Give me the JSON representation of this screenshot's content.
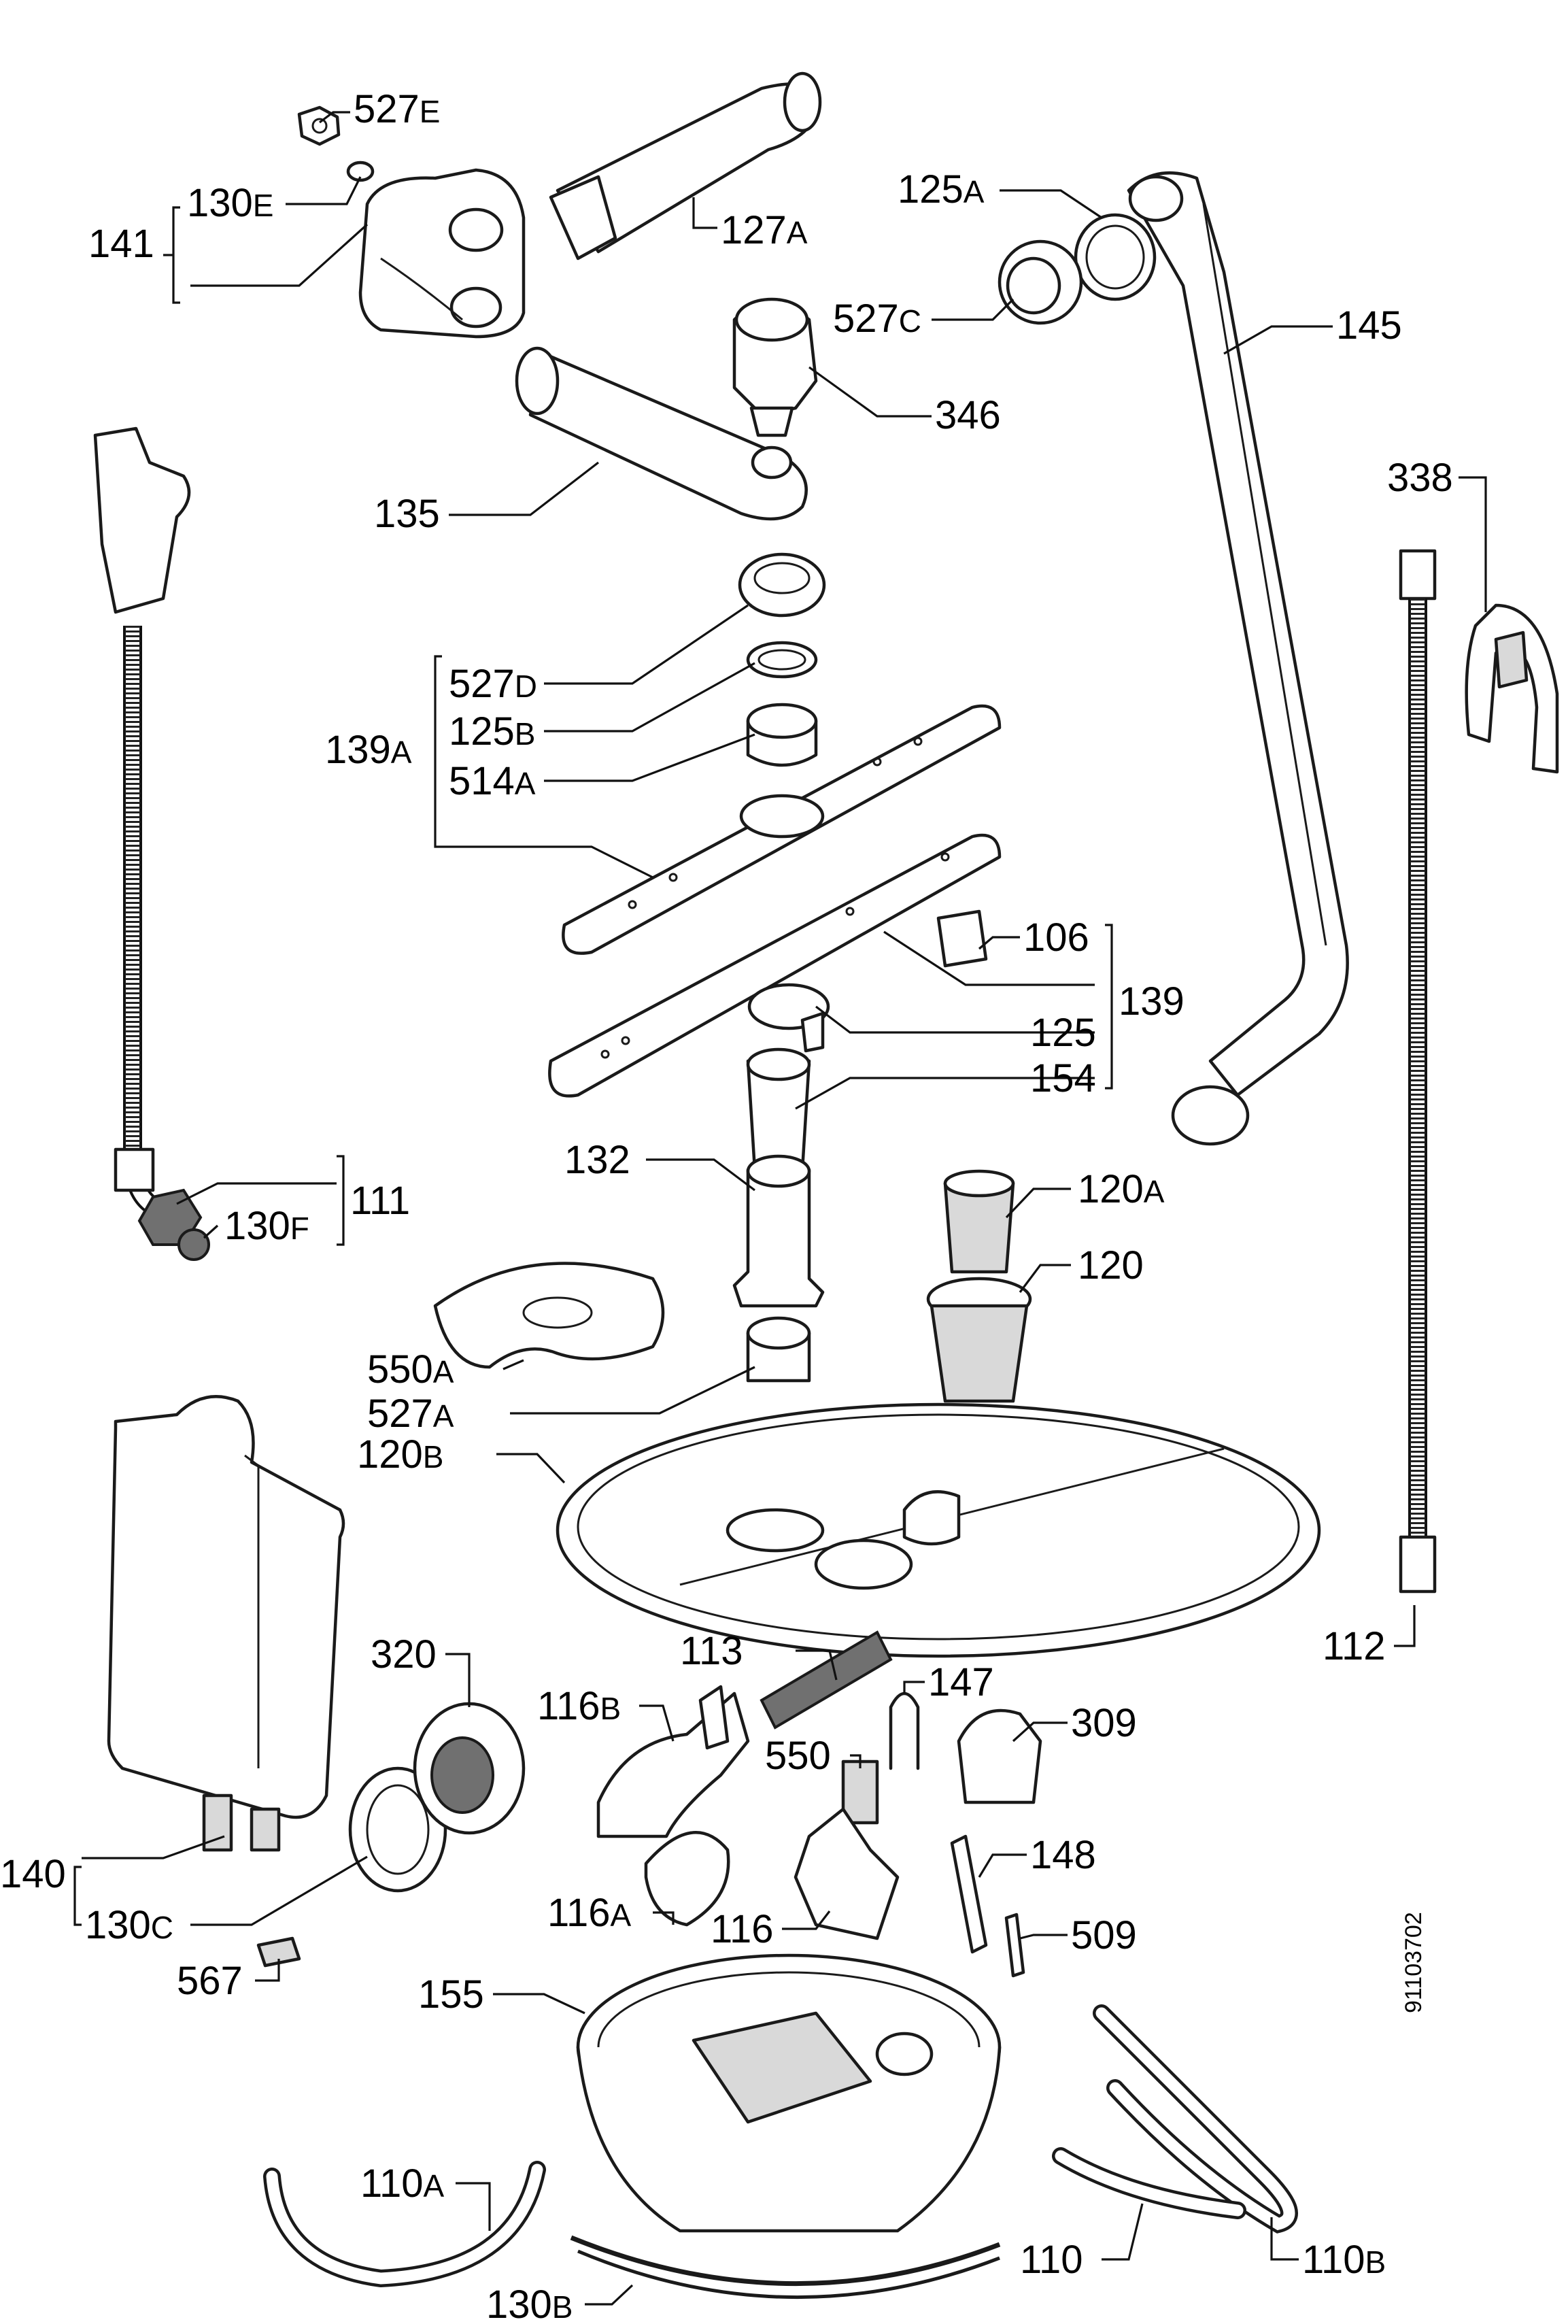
{
  "figure_id": "91103702",
  "labels": [
    {
      "num": "527",
      "sfx": "E"
    },
    {
      "num": "130",
      "sfx": "E"
    },
    {
      "num": "141",
      "sfx": ""
    },
    {
      "num": "127",
      "sfx": "A"
    },
    {
      "num": "125",
      "sfx": "A"
    },
    {
      "num": "527",
      "sfx": "C"
    },
    {
      "num": "145",
      "sfx": ""
    },
    {
      "num": "346",
      "sfx": ""
    },
    {
      "num": "135",
      "sfx": ""
    },
    {
      "num": "338",
      "sfx": ""
    },
    {
      "num": "527",
      "sfx": "D"
    },
    {
      "num": "125",
      "sfx": "B"
    },
    {
      "num": "514",
      "sfx": "A"
    },
    {
      "num": "139",
      "sfx": "A"
    },
    {
      "num": "106",
      "sfx": ""
    },
    {
      "num": "139",
      "sfx": ""
    },
    {
      "num": "125",
      "sfx": ""
    },
    {
      "num": "154",
      "sfx": ""
    },
    {
      "num": "132",
      "sfx": ""
    },
    {
      "num": "120",
      "sfx": "A"
    },
    {
      "num": "120",
      "sfx": ""
    },
    {
      "num": "111",
      "sfx": ""
    },
    {
      "num": "130",
      "sfx": "F"
    },
    {
      "num": "550",
      "sfx": "A"
    },
    {
      "num": "527",
      "sfx": "A"
    },
    {
      "num": "120",
      "sfx": "B"
    },
    {
      "num": "112",
      "sfx": ""
    },
    {
      "num": "113",
      "sfx": ""
    },
    {
      "num": "320",
      "sfx": ""
    },
    {
      "num": "116",
      "sfx": "B"
    },
    {
      "num": "147",
      "sfx": ""
    },
    {
      "num": "309",
      "sfx": ""
    },
    {
      "num": "550",
      "sfx": ""
    },
    {
      "num": "140",
      "sfx": ""
    },
    {
      "num": "130",
      "sfx": "C"
    },
    {
      "num": "116",
      "sfx": "A"
    },
    {
      "num": "116",
      "sfx": ""
    },
    {
      "num": "148",
      "sfx": ""
    },
    {
      "num": "509",
      "sfx": ""
    },
    {
      "num": "567",
      "sfx": ""
    },
    {
      "num": "155",
      "sfx": ""
    },
    {
      "num": "110",
      "sfx": "A"
    },
    {
      "num": "110",
      "sfx": "B"
    },
    {
      "num": "110",
      "sfx": ""
    },
    {
      "num": "130",
      "sfx": "B"
    }
  ]
}
